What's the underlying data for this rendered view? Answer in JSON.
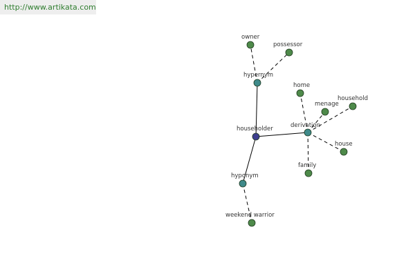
{
  "header": {
    "url": "http://www.artikata.com"
  },
  "graph": {
    "colors": {
      "root": "#3e3f8f",
      "relation": "#3f8a8a",
      "word": "#4e8a4a"
    },
    "nodes": [
      {
        "id": "householder",
        "label": "householder",
        "kind": "root"
      },
      {
        "id": "hypernym",
        "label": "hypernym",
        "kind": "relation"
      },
      {
        "id": "hyponym",
        "label": "hyponym",
        "kind": "relation"
      },
      {
        "id": "derivation",
        "label": "derivation",
        "kind": "relation"
      },
      {
        "id": "owner",
        "label": "owner",
        "kind": "word"
      },
      {
        "id": "possessor",
        "label": "possessor",
        "kind": "word"
      },
      {
        "id": "weekend-warrior",
        "label": "weekend warrior",
        "kind": "word"
      },
      {
        "id": "home",
        "label": "home",
        "kind": "word"
      },
      {
        "id": "menage",
        "label": "menage",
        "kind": "word"
      },
      {
        "id": "household",
        "label": "household",
        "kind": "word"
      },
      {
        "id": "house",
        "label": "house",
        "kind": "word"
      },
      {
        "id": "family",
        "label": "family",
        "kind": "word"
      }
    ],
    "edges": [
      {
        "from": "householder",
        "to": "hypernym",
        "style": "solid"
      },
      {
        "from": "householder",
        "to": "hyponym",
        "style": "solid"
      },
      {
        "from": "householder",
        "to": "derivation",
        "style": "solid"
      },
      {
        "from": "hypernym",
        "to": "owner",
        "style": "dashed"
      },
      {
        "from": "hypernym",
        "to": "possessor",
        "style": "dashed"
      },
      {
        "from": "hyponym",
        "to": "weekend-warrior",
        "style": "dashed"
      },
      {
        "from": "derivation",
        "to": "home",
        "style": "dashed"
      },
      {
        "from": "derivation",
        "to": "menage",
        "style": "dashed"
      },
      {
        "from": "derivation",
        "to": "household",
        "style": "dashed"
      },
      {
        "from": "derivation",
        "to": "house",
        "style": "dashed"
      },
      {
        "from": "derivation",
        "to": "family",
        "style": "dashed"
      }
    ]
  }
}
